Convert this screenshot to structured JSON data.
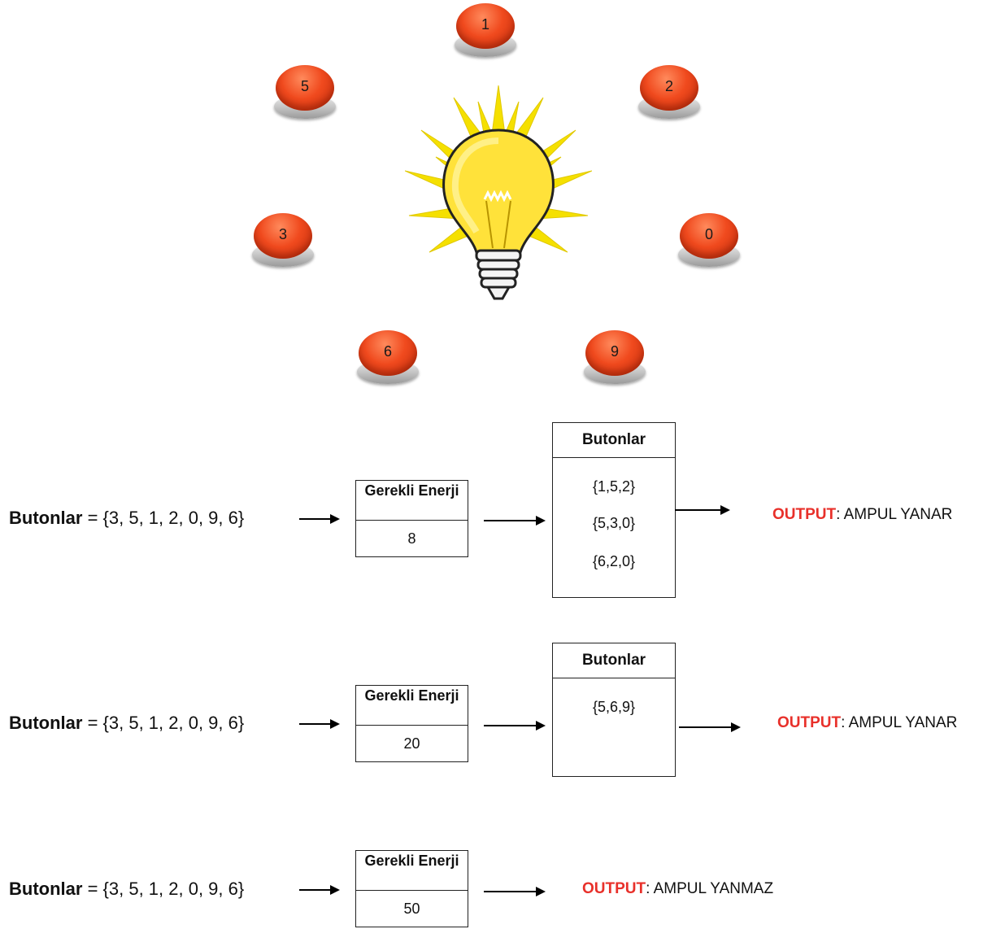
{
  "buttons": [
    "1",
    "5",
    "2",
    "3",
    "0",
    "6",
    "9"
  ],
  "rows": [
    {
      "label_bold": "Butonlar",
      "label_rest": " = {3, 5, 1, 2, 0, 9, 6}",
      "energy_header": "Gerekli Enerji",
      "energy_value": "8",
      "buttons_header": "Butonlar",
      "sets": [
        "{1,5,2}",
        "{5,3,0}",
        "{6,2,0}"
      ],
      "output_keyword": "OUTPUT",
      "output_text": ": AMPUL YANAR"
    },
    {
      "label_bold": "Butonlar",
      "label_rest": " = {3, 5, 1, 2, 0, 9, 6}",
      "energy_header": "Gerekli Enerji",
      "energy_value": "20",
      "buttons_header": "Butonlar",
      "sets": [
        "{5,6,9}"
      ],
      "output_keyword": "OUTPUT",
      "output_text": ": AMPUL YANAR"
    },
    {
      "label_bold": "Butonlar",
      "label_rest": " = {3, 5, 1, 2, 0, 9, 6}",
      "energy_header": "Gerekli Enerji",
      "energy_value": "50",
      "output_keyword": "OUTPUT",
      "output_text": ": AMPUL YANMAZ"
    }
  ],
  "colors": {
    "button_red": "#f04a1e",
    "output_keyword": "#e8302a",
    "bulb_yellow": "#ffe23a",
    "ray_yellow": "#f5e000"
  },
  "icons": [
    "light-bulb-icon",
    "push-button-icon",
    "arrow-right-icon"
  ]
}
